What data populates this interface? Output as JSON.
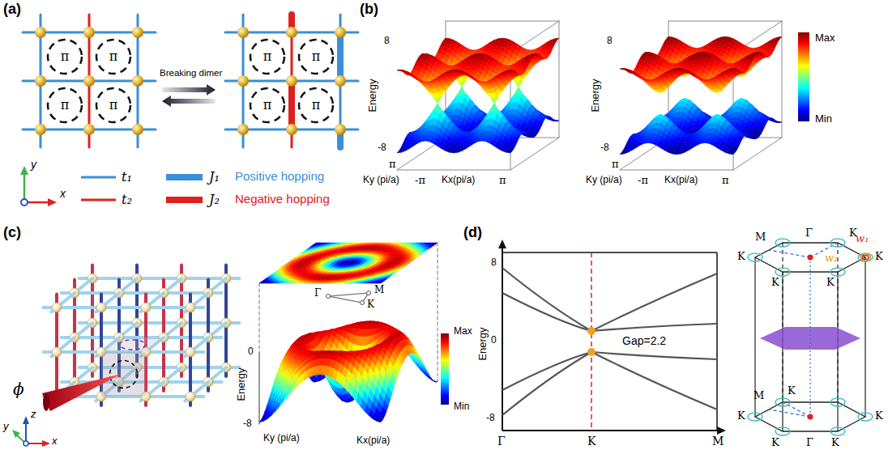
{
  "diagram": {
    "labels": [
      "(a)",
      "π",
      "π",
      "π",
      "π",
      "Breaking dimer",
      "π",
      "π",
      "π",
      "π",
      "y",
      "x",
      "Positive hopping",
      "Negative hopping",
      "(b)",
      "Energy",
      "8",
      "-8",
      "π",
      "Ky (pi/a)",
      "-π",
      "Kx(pi/a)",
      "π",
      "Energy",
      "8",
      "-8",
      "π",
      "Ky (pi/a)",
      "-π",
      "Kx(pi/a)",
      "π",
      "Max",
      "Min",
      "(c)",
      "ϕ",
      "z",
      "y",
      "x",
      "Energy",
      "0",
      "-8",
      "Γ",
      "M",
      "K",
      "Ky (pi/a)",
      "Kx(pi/a)",
      "Max",
      "Min",
      "(d)",
      "Energy",
      "8",
      "0",
      "-8",
      "Γ",
      "K",
      "M",
      "Gap=2.2",
      "M",
      "Γ",
      "K",
      "K",
      "K",
      "w₁",
      "w₂",
      "K",
      "K",
      "M",
      "K",
      "K",
      "K",
      "K",
      "Γ",
      "K"
    ],
    "legend": [
      {
        "text": "t₁"
      },
      {
        "text": "J₁"
      },
      {
        "text": "t₂"
      },
      {
        "text": "J₂"
      }
    ]
  }
}
